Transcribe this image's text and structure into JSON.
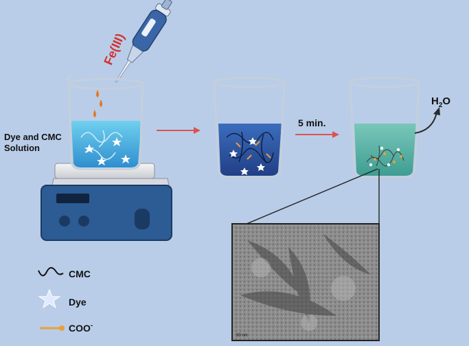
{
  "labels": {
    "reagent": "Fe(III)",
    "solution": [
      "Dye and CMC",
      "Solution"
    ],
    "time": "5 min.",
    "water": "H",
    "water_sub": "2",
    "water_tail": "O",
    "micrograph_scale": "50 nm"
  },
  "legend": [
    {
      "icon": "cmc-wave-icon",
      "label": "CMC"
    },
    {
      "icon": "dye-star-icon",
      "label": "Dye"
    },
    {
      "icon": "coo-stick-icon",
      "label": "COO",
      "superscript": "-"
    }
  ],
  "colors": {
    "background": "#b9cde8",
    "reagent_text": "#d1322e",
    "arrow": "#d9534f",
    "solution_light": "#4fb4de",
    "solution_dark": "#2f59a5",
    "solution_teal": "#63b4a8",
    "stirrer": "#2d5b93",
    "pipette": "#3a66a8"
  }
}
